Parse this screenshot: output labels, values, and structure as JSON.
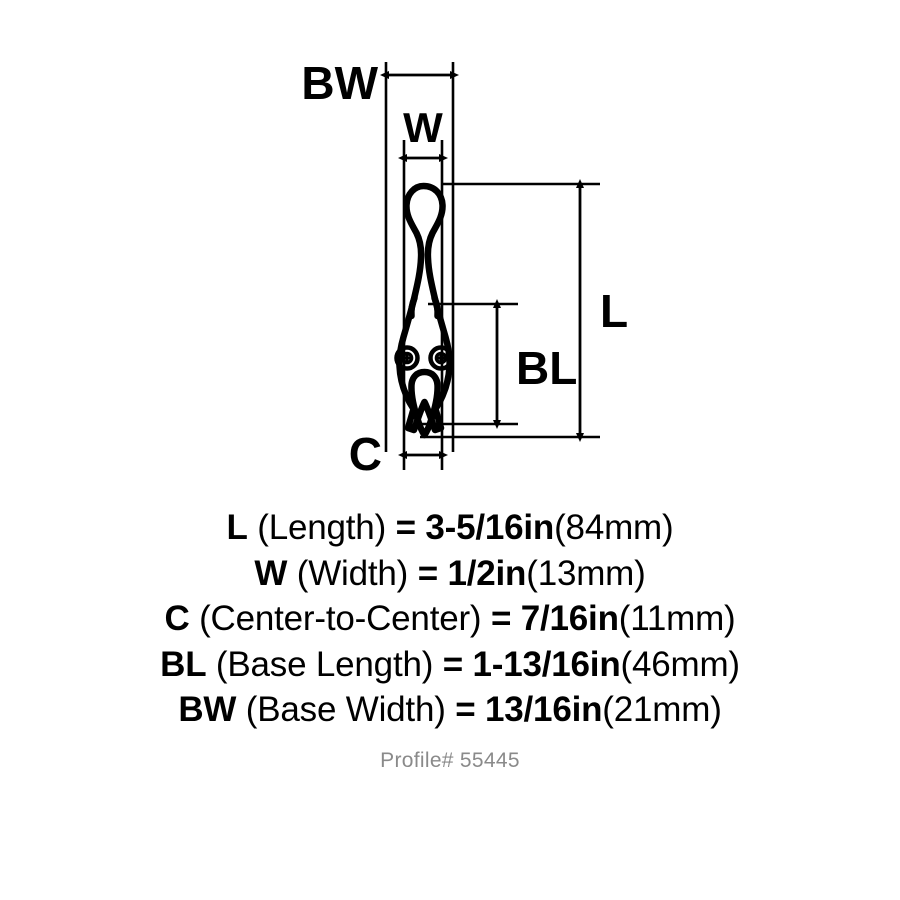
{
  "diagram": {
    "labels": {
      "base_width": "BW",
      "width": "W",
      "length": "L",
      "base_length": "BL",
      "center_to_center": "C"
    },
    "colors": {
      "line": "#000000",
      "product": "#000000",
      "background": "#ffffff",
      "profile_id_text": "#8a8a8a"
    }
  },
  "specs": [
    {
      "symbol": "L",
      "description": "(Length)",
      "equals": "=",
      "value": "3-5/16in",
      "metric": "(84mm)"
    },
    {
      "symbol": "W",
      "description": "(Width)",
      "equals": "=",
      "value": "1/2in",
      "metric": "(13mm)"
    },
    {
      "symbol": "C",
      "description": "(Center-to-Center)",
      "equals": "=",
      "value": "7/16in",
      "metric": "(11mm)"
    },
    {
      "symbol": "BL",
      "description": "(Base Length)",
      "equals": "=",
      "value": "1-13/16in",
      "metric": "(46mm)"
    },
    {
      "symbol": "BW",
      "description": "(Base Width)",
      "equals": "=",
      "value": "13/16in",
      "metric": "(21mm)"
    }
  ],
  "profile_id": "Profile# 55445"
}
